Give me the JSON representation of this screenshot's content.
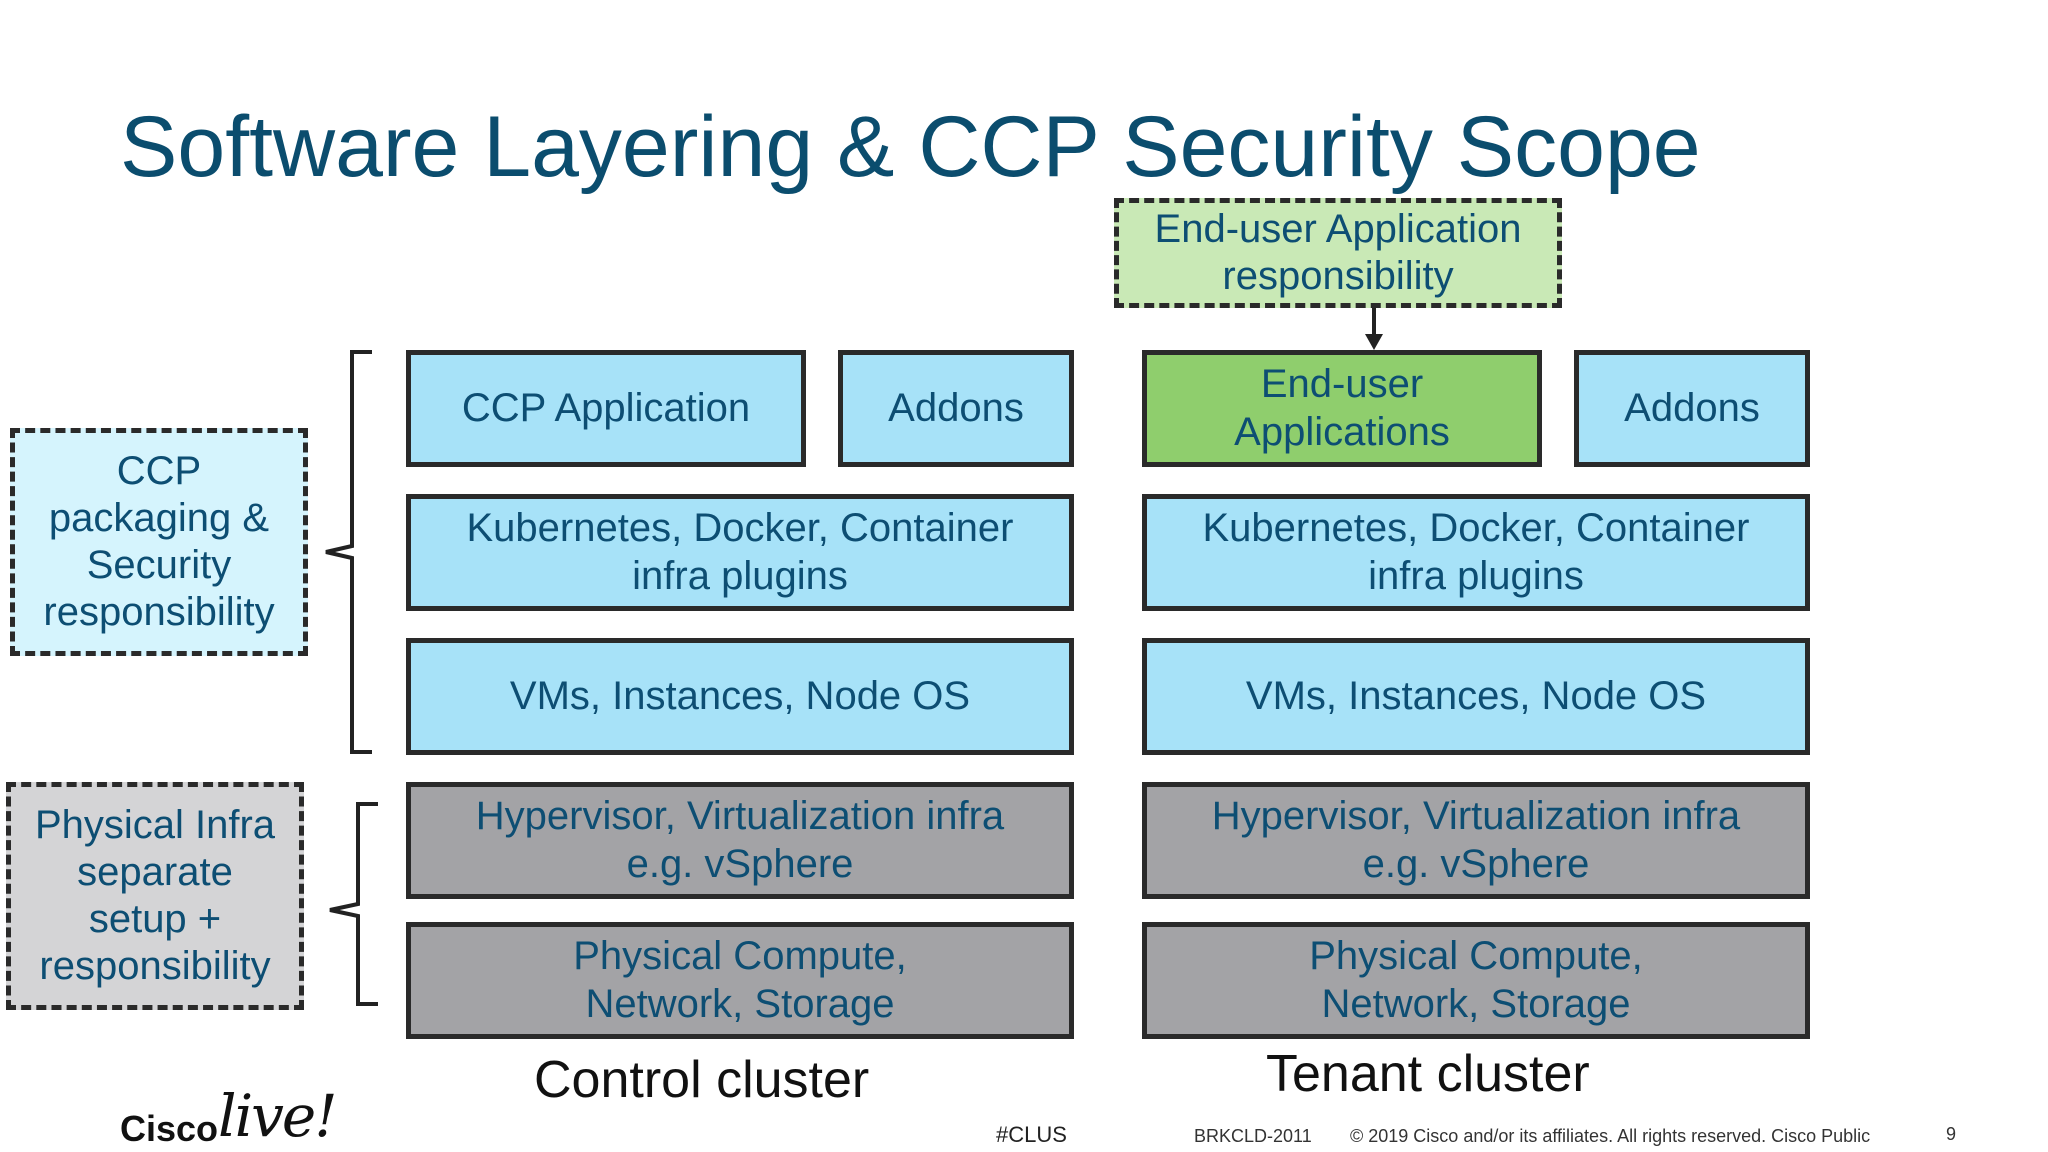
{
  "title": "Software Layering & CCP Security Scope",
  "left_labels": {
    "ccp": "CCP packaging & Security responsibility",
    "physical": "Physical Infra separate setup + responsibility"
  },
  "top_callout": "End-user Application responsibility",
  "control": {
    "app": "CCP Application",
    "addons": "Addons",
    "k8s": "Kubernetes, Docker, Container infra plugins",
    "vms": "VMs, Instances, Node OS",
    "hypervisor": "Hypervisor, Virtualization infra e.g. vSphere",
    "physical": "Physical Compute, Network, Storage",
    "label": "Control cluster"
  },
  "tenant": {
    "app": "End-user Applications",
    "addons": "Addons",
    "k8s": "Kubernetes, Docker, Container infra plugins",
    "vms": "VMs, Instances, Node OS",
    "hypervisor": "Hypervisor, Virtualization infra e.g. vSphere",
    "physical": "Physical Compute, Network, Storage",
    "label": "Tenant cluster"
  },
  "footer": {
    "brand": "Cisco",
    "brand_live": "live!",
    "hashtag": "#CLUS",
    "session": "BRKCLD-2011",
    "copyright": "© 2019  Cisco and/or its affiliates. All rights reserved.   Cisco Public",
    "page": "9"
  },
  "colors": {
    "title": "#0b4d6e",
    "layer_blue": "#a7e2f8",
    "layer_green": "#8fce6d",
    "layer_gray": "#a3a3a6",
    "callout_blue": "#d5f4fd",
    "callout_green": "#c9e9b6",
    "callout_gray": "#d4d4d6"
  }
}
